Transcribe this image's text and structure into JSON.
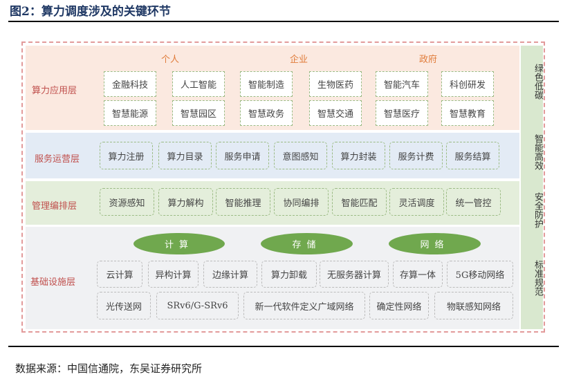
{
  "title": "图2：算力调度涉及的关键环节",
  "source": "数据来源：中国信通院，东吴证券研究所",
  "layers": {
    "app": {
      "name": "算力应用层",
      "headers": [
        "个人",
        "企业",
        "政府"
      ],
      "row1": [
        "金融科技",
        "人工智能",
        "智能制造",
        "生物医药",
        "智能汽车",
        "科创研发"
      ],
      "row2": [
        "智慧能源",
        "智慧园区",
        "智慧政务",
        "智慧交通",
        "智慧医疗",
        "智慧教育"
      ]
    },
    "service": {
      "name": "服务运营层",
      "items": [
        "算力注册",
        "算力目录",
        "服务申请",
        "意图感知",
        "算力封装",
        "服务计费",
        "服务结算"
      ]
    },
    "mgmt": {
      "name": "管理编排层",
      "items": [
        "资源感知",
        "算力解构",
        "智能推理",
        "协同编排",
        "智能匹配",
        "灵活调度",
        "统一管控"
      ]
    },
    "infra": {
      "name": "基础设施层",
      "categories": [
        "计算",
        "存储",
        "网络"
      ],
      "row1": [
        "云计算",
        "异构计算",
        "边缘计算",
        "算力卸载",
        "无服务器计算",
        "存算一体",
        "5G移动网络"
      ],
      "row2": [
        "光传送网",
        "SRv6/G-SRv6",
        "新一代软件定义广域网络",
        "确定性网络",
        "物联感知网络"
      ]
    }
  },
  "side": [
    "绿色低碳",
    "智能高效",
    "安全防护",
    "标准规范"
  ]
}
